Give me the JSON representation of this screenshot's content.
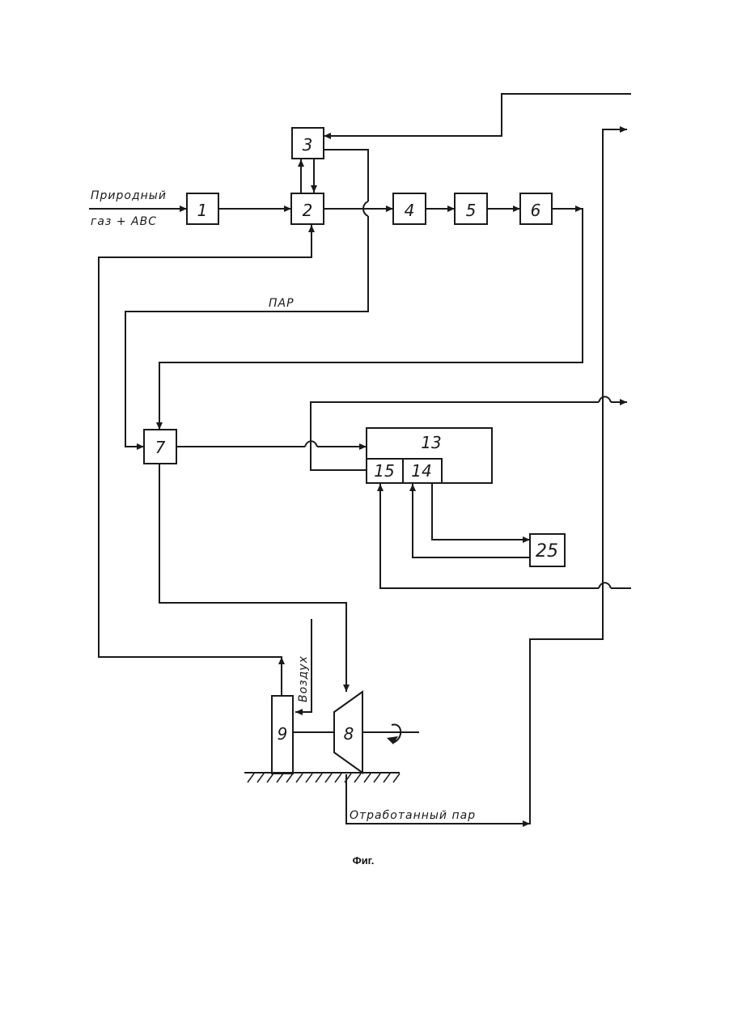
{
  "blocks": {
    "b1": "1",
    "b2": "2",
    "b3": "3",
    "b4": "4",
    "b5": "5",
    "b6": "6",
    "b7": "7",
    "b8": "8",
    "b9": "9",
    "b13": "13",
    "b14": "14",
    "b15": "15",
    "b25": "25"
  },
  "labels": {
    "inlet_line1": "Природный",
    "inlet_line2": "газ + АВС",
    "steam": "ПАР",
    "air": "Воздух",
    "exhaust_steam": "Отработанный пар"
  },
  "caption": "Фиг."
}
